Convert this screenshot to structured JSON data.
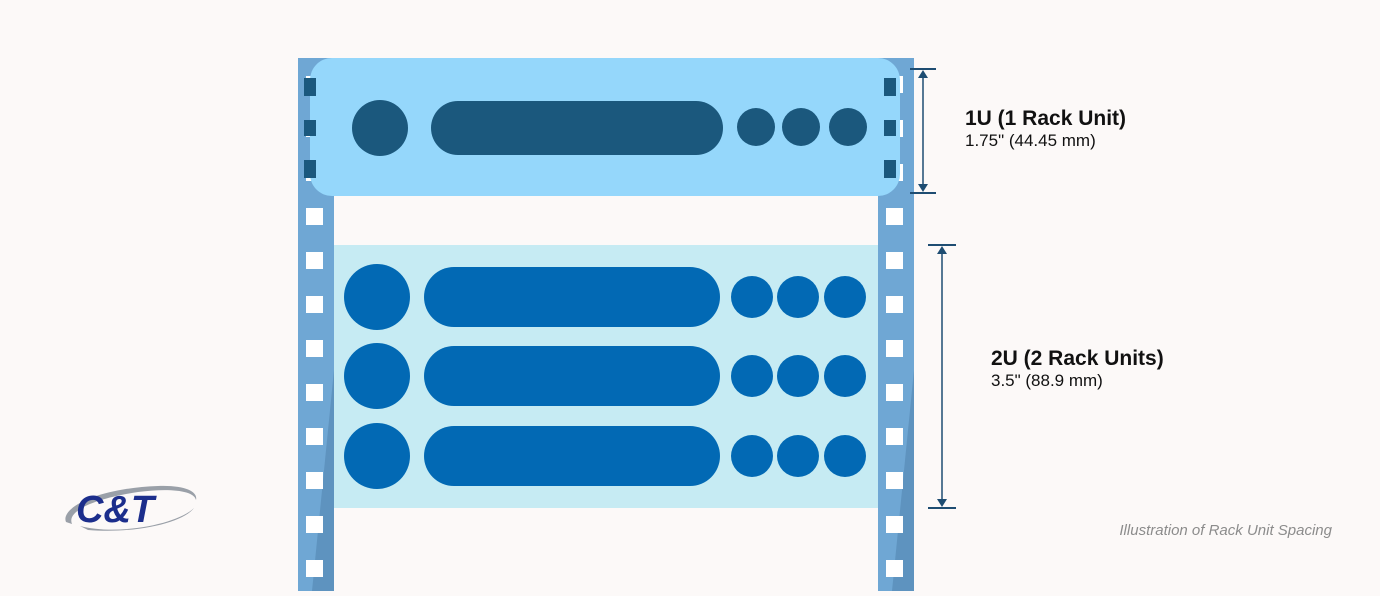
{
  "logo": {
    "text": "C&T",
    "icon": "ct-swoosh-logo"
  },
  "rack": {
    "icon": "rack-rails",
    "units": [
      {
        "id": "1u",
        "title": "1U (1 Rack Unit)",
        "dimension": "1.75\" (44.45 mm)"
      },
      {
        "id": "2u",
        "title": "2U (2 Rack Units)",
        "dimension": "3.5\" (88.9 mm)"
      }
    ]
  },
  "caption": "Illustration of Rack Unit Spacing",
  "colors": {
    "background": "#fcf9f8",
    "rail_light": "#6fa7d4",
    "rail_dark": "#5a8fb9",
    "unit_1u_face": "#95d7fb",
    "unit_1u_ports": "#1b587d",
    "unit_2u_face": "#c6ebf3",
    "unit_2u_ports": "#0269b4",
    "measure_line": "#1e4d72",
    "logo_blue": "#1c2e8c",
    "logo_gray": "#9aa0a8"
  }
}
